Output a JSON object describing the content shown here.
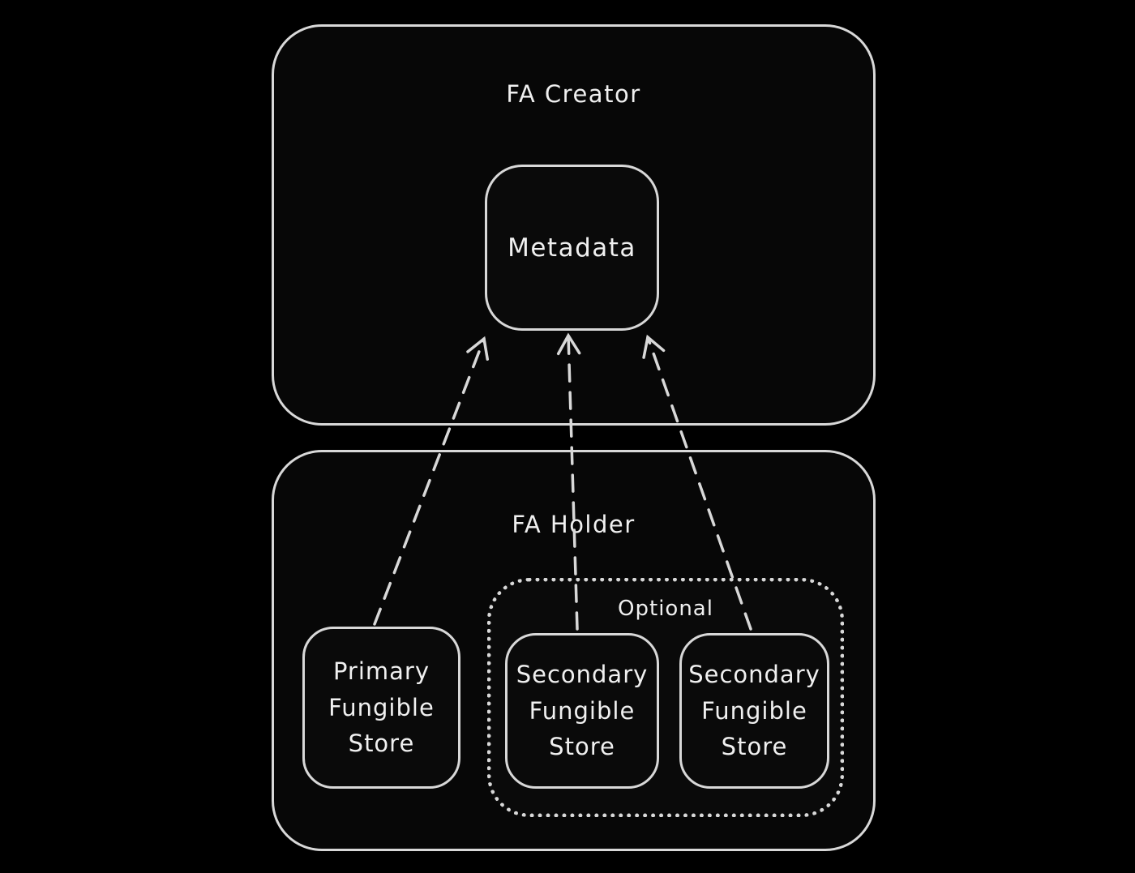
{
  "diagram": {
    "creator": {
      "title": "FA Creator",
      "metadata_label": "Metadata"
    },
    "holder": {
      "title": "FA Holder",
      "primary_store_label": "Primary\nFungible\nStore",
      "optional": {
        "title": "Optional",
        "secondary_store_1_label": "Secondary\nFungible\nStore",
        "secondary_store_2_label": "Secondary\nFungible\nStore"
      }
    },
    "arrows": [
      {
        "name": "primary-store-to-metadata"
      },
      {
        "name": "secondary-store-1-to-metadata"
      },
      {
        "name": "secondary-store-2-to-metadata"
      }
    ],
    "colors": {
      "background": "#000000",
      "stroke": "#d8d8d8",
      "text": "#f0f0f0"
    }
  }
}
